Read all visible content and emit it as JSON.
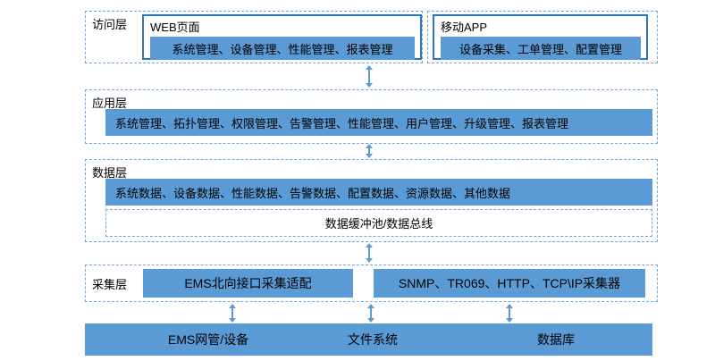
{
  "colors": {
    "bar-fill": "#5b9bd5",
    "panel-border": "#2e75b6",
    "dashed-border": "#70a7dc",
    "arrow": "#5b9bd5",
    "text": "#000000"
  },
  "diagram": {
    "access_layer": {
      "label": "访问层",
      "web": {
        "title": "WEB页面",
        "modules": "系统管理、设备管理、性能管理、报表管理"
      },
      "mobile": {
        "title": "移动APP",
        "modules": "设备采集、工单管理、配置管理"
      }
    },
    "application_layer": {
      "label": "应用层",
      "modules": "系统管理、拓扑管理、权限管理、告警管理、性能管理、用户管理、升级管理、报表管理"
    },
    "data_layer": {
      "label": "数据层",
      "modules": "系统数据、设备数据、性能数据、告警数据、配置数据、资源数据、其他数据",
      "bus": "数据缓冲池/数据总线"
    },
    "collection_layer": {
      "label": "采集层",
      "ems_adapter": "EMS北向接口采集适配",
      "collectors": "SNMP、TR069、HTTP、TCP\\IP采集器"
    },
    "resources": {
      "items": [
        "EMS网管/设备",
        "文件系统",
        "数据库"
      ]
    }
  }
}
